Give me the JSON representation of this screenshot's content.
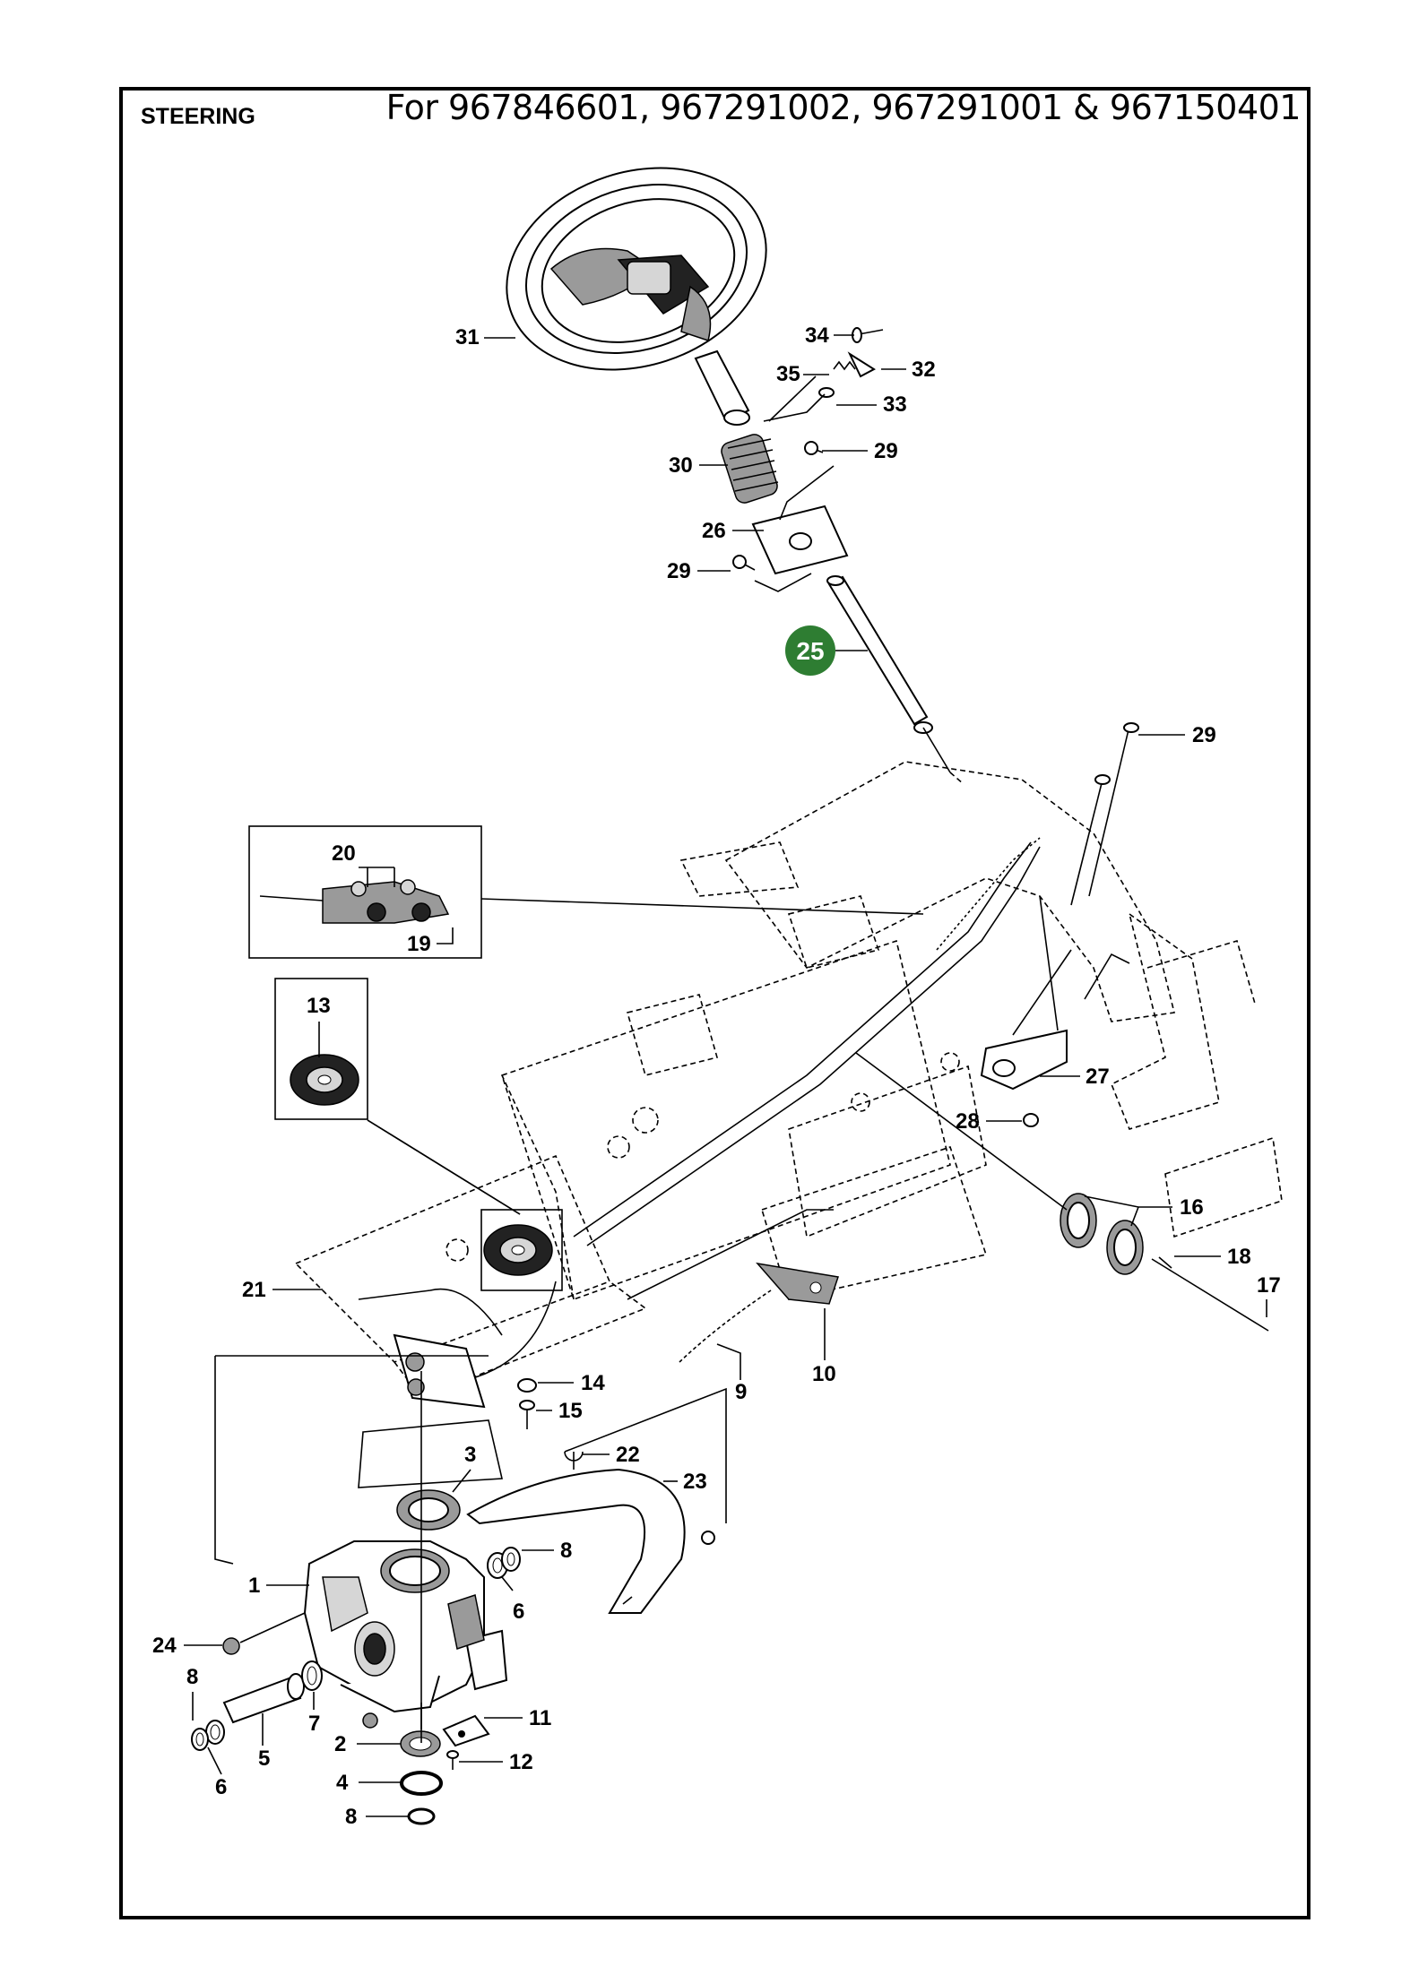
{
  "header": {
    "title": "STEERING",
    "subtitle": "For 967846601, 967291002, 967291001 & 967150401"
  },
  "highlight": {
    "label": "25",
    "color": "#2e7d32"
  },
  "callouts": [
    {
      "id": "c31",
      "label": "31"
    },
    {
      "id": "c34",
      "label": "34"
    },
    {
      "id": "c35",
      "label": "35"
    },
    {
      "id": "c32",
      "label": "32"
    },
    {
      "id": "c33",
      "label": "33"
    },
    {
      "id": "c30",
      "label": "30"
    },
    {
      "id": "c29a",
      "label": "29"
    },
    {
      "id": "c26",
      "label": "26"
    },
    {
      "id": "c29b",
      "label": "29"
    },
    {
      "id": "c29c",
      "label": "29"
    },
    {
      "id": "c20",
      "label": "20"
    },
    {
      "id": "c19",
      "label": "19"
    },
    {
      "id": "c13",
      "label": "13"
    },
    {
      "id": "c27",
      "label": "27"
    },
    {
      "id": "c28",
      "label": "28"
    },
    {
      "id": "c16",
      "label": "16"
    },
    {
      "id": "c18",
      "label": "18"
    },
    {
      "id": "c17",
      "label": "17"
    },
    {
      "id": "c21",
      "label": "21"
    },
    {
      "id": "c14",
      "label": "14"
    },
    {
      "id": "c15",
      "label": "15"
    },
    {
      "id": "c9",
      "label": "9"
    },
    {
      "id": "c10",
      "label": "10"
    },
    {
      "id": "c3",
      "label": "3"
    },
    {
      "id": "c22",
      "label": "22"
    },
    {
      "id": "c23",
      "label": "23"
    },
    {
      "id": "c8a",
      "label": "8"
    },
    {
      "id": "c6a",
      "label": "6"
    },
    {
      "id": "c1",
      "label": "1"
    },
    {
      "id": "c24",
      "label": "24"
    },
    {
      "id": "c8b",
      "label": "8"
    },
    {
      "id": "c7",
      "label": "7"
    },
    {
      "id": "c5",
      "label": "5"
    },
    {
      "id": "c6b",
      "label": "6"
    },
    {
      "id": "c11",
      "label": "11"
    },
    {
      "id": "c2",
      "label": "2"
    },
    {
      "id": "c12",
      "label": "12"
    },
    {
      "id": "c4",
      "label": "4"
    },
    {
      "id": "c8c",
      "label": "8"
    }
  ]
}
